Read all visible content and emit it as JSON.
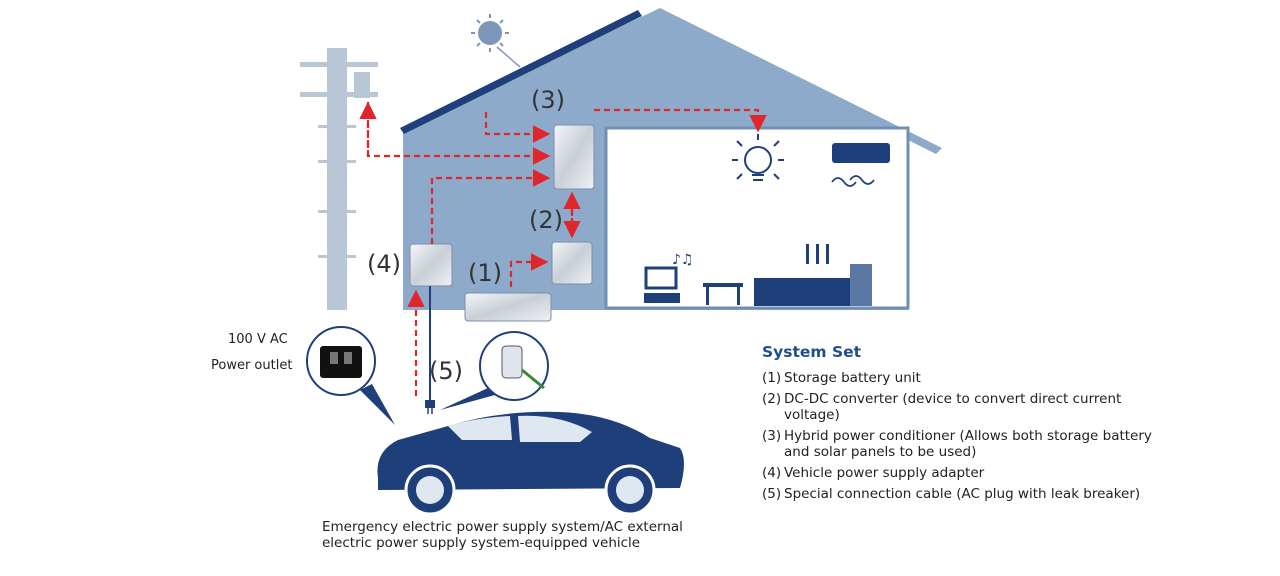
{
  "callouts": {
    "n1": "(1)",
    "n2": "(2)",
    "n3": "(3)",
    "n4": "(4)",
    "n5": "(5)"
  },
  "outlet": {
    "line1": "100 V AC",
    "line2": "Power outlet"
  },
  "caption": {
    "line1": "Emergency electric power supply system/AC external",
    "line2": "electric power supply system-equipped vehicle"
  },
  "legend": {
    "title": "System Set",
    "items": [
      {
        "num": "(1)",
        "text": "Storage battery unit"
      },
      {
        "num": "(2)",
        "text": "DC-DC converter (device to convert direct current voltage)"
      },
      {
        "num": "(3)",
        "text": "Hybrid power conditioner (Allows both storage battery and solar panels to be used)"
      },
      {
        "num": "(4)",
        "text": "Vehicle power supply adapter"
      },
      {
        "num": "(5)",
        "text": "Special connection cable (AC plug with leak breaker)"
      }
    ]
  },
  "colors": {
    "house": "#8eaacb",
    "house_dark": "#6f8fb5",
    "navy": "#1f3f7a",
    "arrow": "#e0252b",
    "pole": "#b9c6d6"
  }
}
